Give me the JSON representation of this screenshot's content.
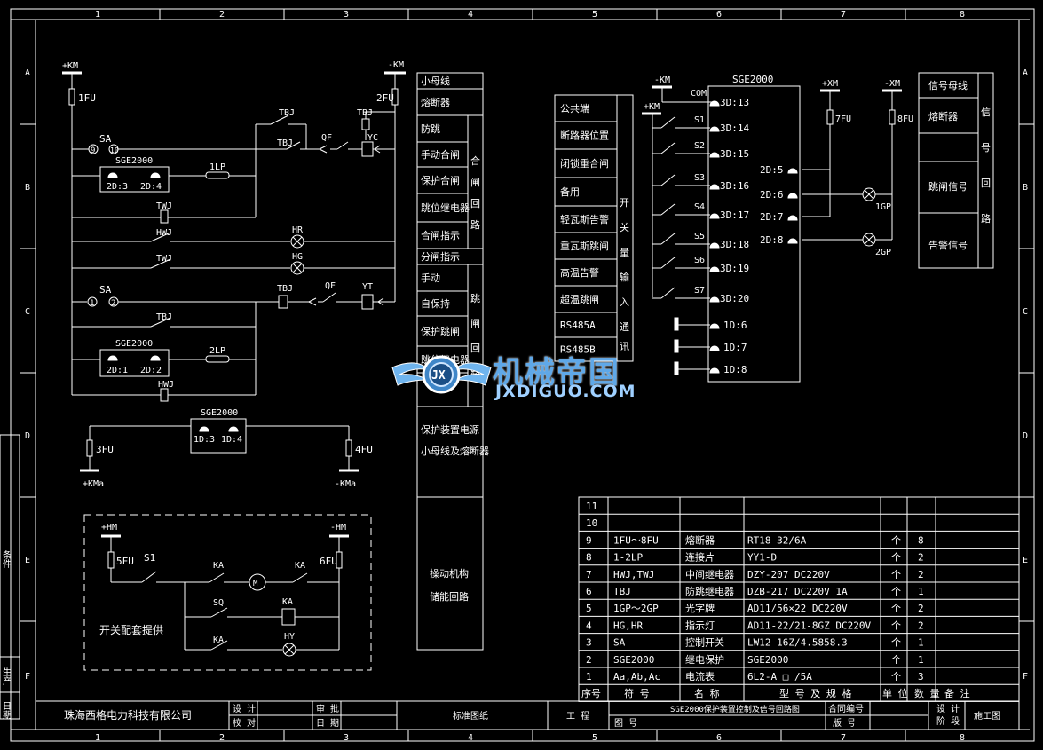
{
  "grid": {
    "cols": [
      "1",
      "2",
      "3",
      "4",
      "5",
      "6",
      "7",
      "8"
    ],
    "rows": [
      "A",
      "B",
      "C",
      "D",
      "E",
      "F"
    ]
  },
  "left_labels": [
    "条件",
    "生产",
    "日期"
  ],
  "buses": {
    "pkm": "+KM",
    "nkm": "-KM",
    "pkma": "+KMa",
    "nkma": "-KMa",
    "phm": "+HM",
    "nhm": "-HM",
    "pxm": "+XM",
    "nxm": "-XM",
    "nkm2": "-KM",
    "pkm2": "+KM"
  },
  "control": {
    "fu1": "1FU",
    "fu2": "2FU",
    "fu3": "3FU",
    "fu4": "4FU",
    "fu5": "5FU",
    "fu6": "6FU",
    "fu7": "7FU",
    "fu8": "8FU",
    "sa": "SA",
    "sa_9": "9",
    "sa_10": "10",
    "sa_1": "1",
    "sa_2": "2",
    "sge": "SGE2000",
    "t2d3": "2D:3",
    "t2d4": "2D:4",
    "t2d1": "2D:1",
    "t2d2": "2D:2",
    "t1d3": "1D:3",
    "t1d4": "1D:4",
    "lp1": "1LP",
    "lp2": "2LP",
    "tbj": "TBJ",
    "twj": "TWJ",
    "hwj": "HWJ",
    "qf": "QF",
    "yc": "YC",
    "yt": "YT",
    "hr": "HR",
    "hg": "HG",
    "s1": "S1",
    "ka": "KA",
    "sq": "SQ",
    "hy": "HY",
    "m": "M",
    "note": "开关配套提供"
  },
  "function_column": {
    "items": [
      "小母线",
      "熔断器",
      "防跳",
      "手动合闸",
      "保护合闸",
      "跳位继电器",
      "合闸指示",
      "分闸指示",
      "手动",
      "自保持",
      "保护跳闸",
      "跳位继电器",
      "保护装置电源",
      "小母线及熔断器",
      "操动机构",
      "储能回路"
    ],
    "side_close": [
      "合",
      "闸",
      "回",
      "路"
    ],
    "side_trip": [
      "跳",
      "闸",
      "回",
      "路"
    ]
  },
  "io_column": {
    "items": [
      "公共端",
      "断路器位置",
      "闭锁重合闸",
      "备用",
      "轻瓦斯告警",
      "重瓦斯跳闸",
      "高温告警",
      "超温跳闸",
      "RS485A",
      "RS485B"
    ],
    "side_in": [
      "开",
      "关",
      "量",
      "输",
      "入"
    ],
    "side_comm": [
      "通",
      "讯"
    ]
  },
  "io": {
    "com": "COM",
    "switches": [
      "S1",
      "S2",
      "S3",
      "S4",
      "S5",
      "S6",
      "S7"
    ],
    "terminals": [
      "3D:13",
      "3D:14",
      "3D:15",
      "3D:16",
      "3D:17",
      "3D:18",
      "3D:19",
      "3D:20"
    ],
    "d1": [
      "1D:6",
      "1D:7",
      "1D:8"
    ],
    "out": [
      "2D:5",
      "2D:6",
      "2D:7",
      "2D:8"
    ],
    "gp1": "1GP",
    "gp2": "2GP"
  },
  "signal_column": {
    "items": [
      "信号母线",
      "熔断器",
      "跳闸信号",
      "告警信号"
    ],
    "side": [
      "信",
      "号",
      "回",
      "路"
    ]
  },
  "bom": {
    "headers": [
      "序号",
      "符 号",
      "名 称",
      "型 号 及 规 格",
      "单 位",
      "数 量",
      "备 注"
    ],
    "rows": [
      [
        "11",
        "",
        "",
        "",
        "",
        "",
        ""
      ],
      [
        "10",
        "",
        "",
        "",
        "",
        "",
        ""
      ],
      [
        "9",
        "1FU～8FU",
        "熔断器",
        "RT18-32/6A",
        "个",
        "8",
        ""
      ],
      [
        "8",
        "1-2LP",
        "连接片",
        "YY1-D",
        "个",
        "2",
        ""
      ],
      [
        "7",
        "HWJ,TWJ",
        "中间继电器",
        "DZY-207 DC220V",
        "个",
        "2",
        ""
      ],
      [
        "6",
        "TBJ",
        "防跳继电器",
        "DZB-217 DC220V 1A",
        "个",
        "1",
        ""
      ],
      [
        "5",
        "1GP～2GP",
        "光字牌",
        "AD11/56×22  DC220V",
        "个",
        "2",
        ""
      ],
      [
        "4",
        "HG,HR",
        "指示灯",
        "AD11-22/21-8GZ  DC220V",
        "个",
        "2",
        ""
      ],
      [
        "3",
        "SA",
        "控制开关",
        "LW12-16Z/4.5858.3",
        "个",
        "1",
        ""
      ],
      [
        "2",
        "SGE2000",
        "继电保护",
        "SGE2000",
        "个",
        "1",
        ""
      ],
      [
        "1",
        "Aa,Ab,Ac",
        "电流表",
        "6L2-A    □ /5A",
        "个",
        "3",
        ""
      ]
    ]
  },
  "title_block": {
    "company": "珠海西格电力科技有限公司",
    "design": "设 计",
    "check": "校 对",
    "review": "审 批",
    "date": "日 期",
    "std": "标准图纸",
    "project": "工 程",
    "drawing_title": "SGE2000保护装置控制及信号回路图",
    "drawing_no": "图 号",
    "contract_no": "合同编号",
    "version": "版 号",
    "stage": "设 计\n阶 段",
    "stage1": "设 计",
    "stage2": "阶 段",
    "construction": "施工图"
  },
  "watermark": {
    "title": "机械帝国",
    "subtitle": "JXDIGUO.COM",
    "badge": "JX",
    "colors": {
      "primary": "#5fa8e8",
      "secondary": "#9fd0ff"
    }
  },
  "colors": {
    "line": "#ffffff",
    "background": "#000000"
  }
}
